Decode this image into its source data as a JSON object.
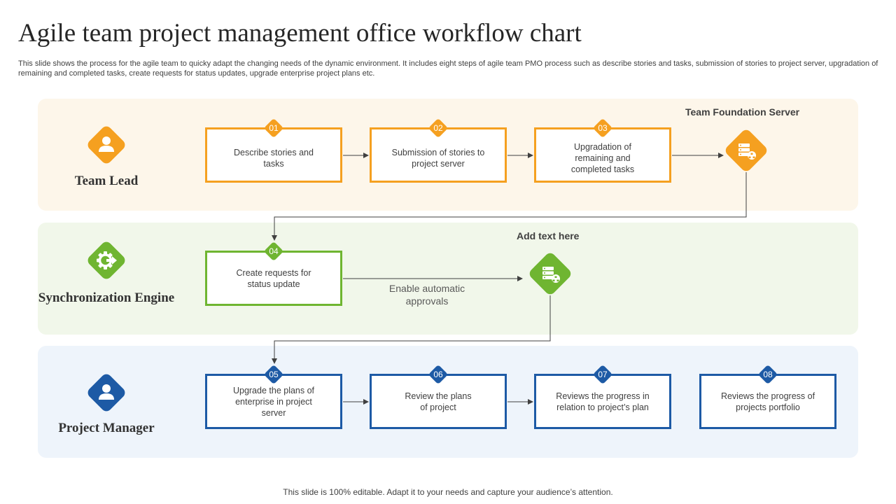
{
  "title": "Agile team project management office workflow chart",
  "description": "This slide shows the process for the agile team to quicky adapt the changing needs of the dynamic environment. It includes eight steps of agile team PMO process such as describe stories and tasks, submission of stories to project server, upgradation of remaining and completed tasks, create requests for status updates, upgrade enterprise project plans etc.",
  "colors": {
    "orange": "#f5a020",
    "green": "#6fb531",
    "blue": "#1d5aa5"
  },
  "lanes": [
    {
      "role": "Team Lead",
      "icon": "user-icon"
    },
    {
      "role": "Synchronization Engine",
      "icon": "gear-arrow-icon"
    },
    {
      "role": "Project Manager",
      "icon": "user-icon"
    }
  ],
  "steps": [
    {
      "num": "01",
      "text": "Describe stories and tasks"
    },
    {
      "num": "02",
      "text": "Submission of stories to project server"
    },
    {
      "num": "03",
      "text": "Upgradation of remaining and completed tasks"
    },
    {
      "num": "04",
      "text": "Create requests for status update"
    },
    {
      "num": "05",
      "text": "Upgrade the plans of enterprise in project server"
    },
    {
      "num": "06",
      "text": "Review the plans of project"
    },
    {
      "num": "07",
      "text": "Reviews the progress in relation to project’s plan"
    },
    {
      "num": "08",
      "text": "Reviews the progress of projects portfolio"
    }
  ],
  "labels": {
    "team_foundation_server": "Team Foundation Server",
    "add_text": "Add text here",
    "enable_approvals": "Enable automatic approvals"
  },
  "footer": "This slide is 100% editable. Adapt it to your needs and capture your audience’s attention."
}
